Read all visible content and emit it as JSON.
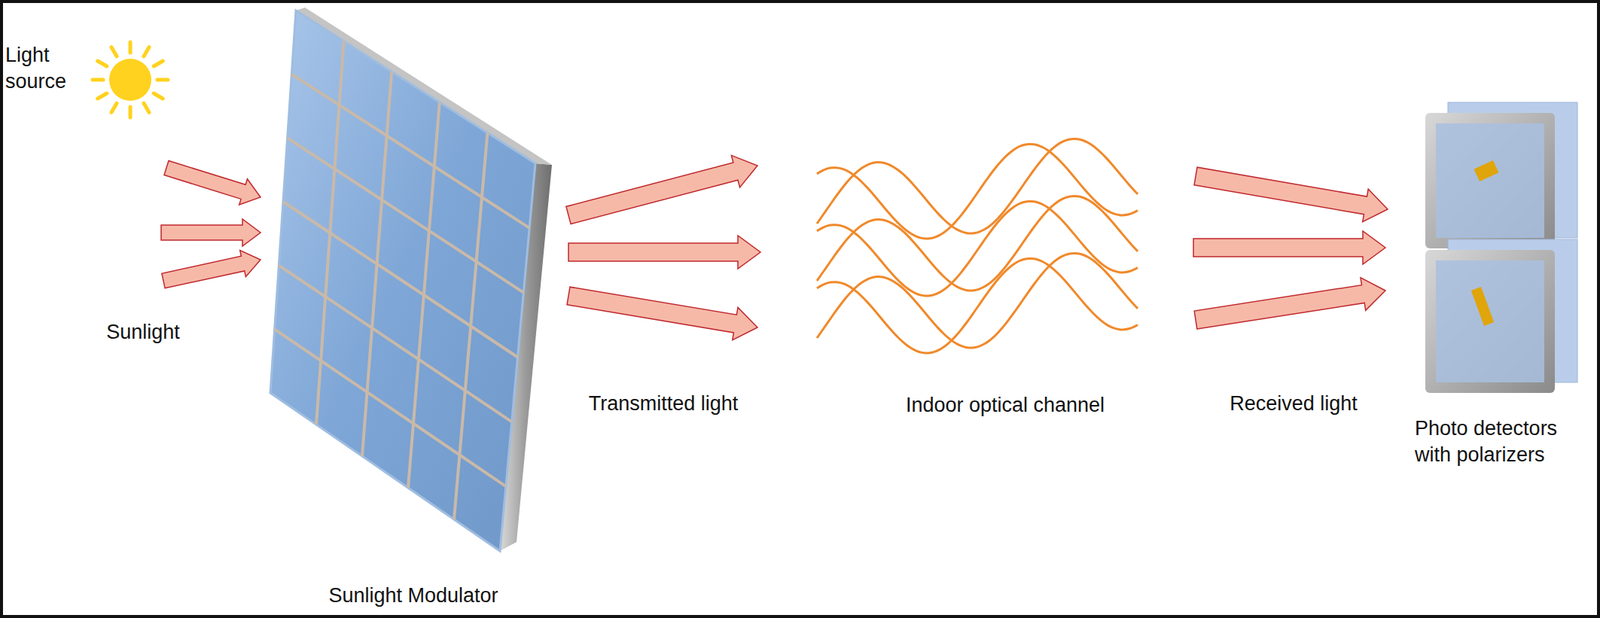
{
  "diagram": {
    "labels": [
      "Light source",
      "Sunlight",
      "Sunlight Modulator",
      "Transmitted light",
      "Indoor optical channel",
      "Received light",
      "Photo detectors with polarizers"
    ]
  }
}
